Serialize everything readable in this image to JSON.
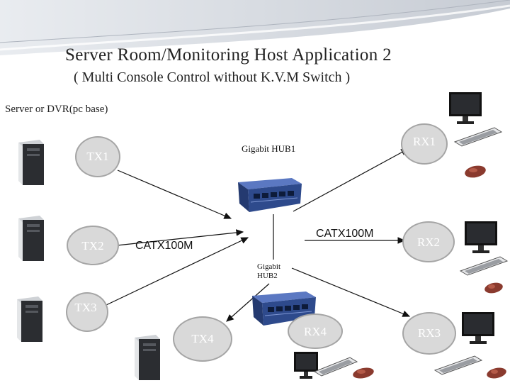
{
  "header": {
    "title": "Server Room/Monitoring Host Application 2",
    "subtitle": "( Multi Console  Control  without K.V.M Switch )",
    "section_label": "Server or DVR(pc base)"
  },
  "transmitters": [
    {
      "label": "TX1"
    },
    {
      "label": "TX2"
    },
    {
      "label": "TX3"
    },
    {
      "label": "TX4"
    }
  ],
  "receivers": [
    {
      "label": "RX1"
    },
    {
      "label": "RX2"
    },
    {
      "label": "RX3"
    },
    {
      "label": "RX4"
    }
  ],
  "hubs": {
    "hub1_label": "Gigabit  HUB1",
    "hub2_label_line1": "Gigabit",
    "hub2_label_line2": "HUB2"
  },
  "links": {
    "catx_left": "CATX100M",
    "catx_right": "CATX100M"
  },
  "colors": {
    "node_fill": "#d9d9d9",
    "hub_blue": "#2e4a8c",
    "header_swoosh": "#c9ced6"
  }
}
